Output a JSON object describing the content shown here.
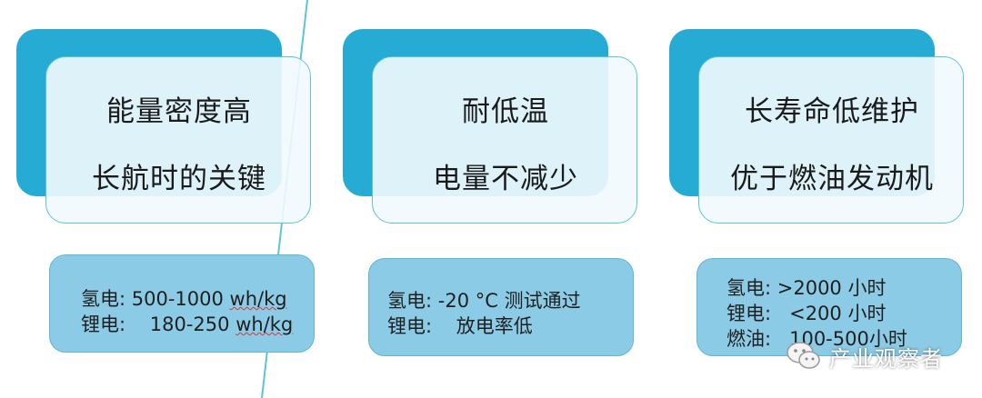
{
  "cards": [
    {
      "headline_1": "能量密度高",
      "headline_2": "长航时的关键",
      "info": [
        "氢电: 500-1000 ",
        "wh/kg",
        "锂电:    180-250 ",
        "wh/kg"
      ]
    },
    {
      "headline_1": "耐低温",
      "headline_2": "电量不减少",
      "info": [
        "氢电: -20 °C 测试通过",
        "锂电:    放电率低"
      ]
    },
    {
      "headline_1": "长寿命低维护",
      "headline_2": "优于燃油发动机",
      "info": [
        "氢电: >2000 小时",
        "锂电:   <200 小时",
        "燃油:   100-500小时"
      ]
    }
  ],
  "watermark": {
    "icon": "wechat-icon",
    "text": "产业观察者"
  },
  "colors": {
    "card_back": "#26acd4",
    "card_border": "#5bc4d8",
    "info_fill": "#8ccbe6",
    "divider": "#5bc4d8"
  }
}
